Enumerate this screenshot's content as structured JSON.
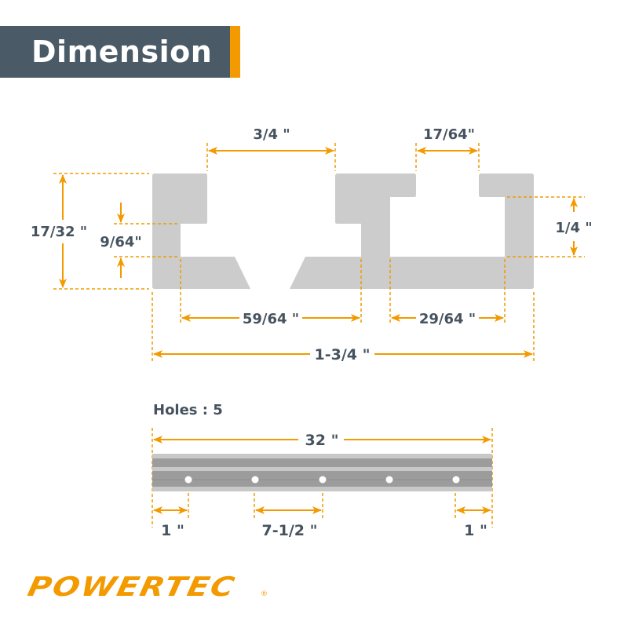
{
  "header": {
    "title": "Dimension",
    "bar_color": "#4a5a67",
    "accent_color": "#f29a00"
  },
  "profile": {
    "dimensions": {
      "top_slot_width": "3/4 \"",
      "right_slot_width": "17/64\"",
      "overall_height": "17/32 \"",
      "lip_thickness": "9/64\"",
      "right_channel_depth": "1/4 \"",
      "left_channel_width": "59/64 \"",
      "right_channel_width": "29/64 \"",
      "overall_width": "1-3/4 \""
    }
  },
  "rail": {
    "holes_label": "Holes : 5",
    "length": "32 \"",
    "end_offset_left": "1 \"",
    "hole_spacing": "7-1/2 \"",
    "end_offset_right": "1 \""
  },
  "brand": {
    "logo_text": "POWERTEC",
    "registered_mark": "®"
  },
  "colors": {
    "dimension_line": "#f29a00",
    "profile_fill": "#cccccc",
    "text": "#46535f"
  }
}
